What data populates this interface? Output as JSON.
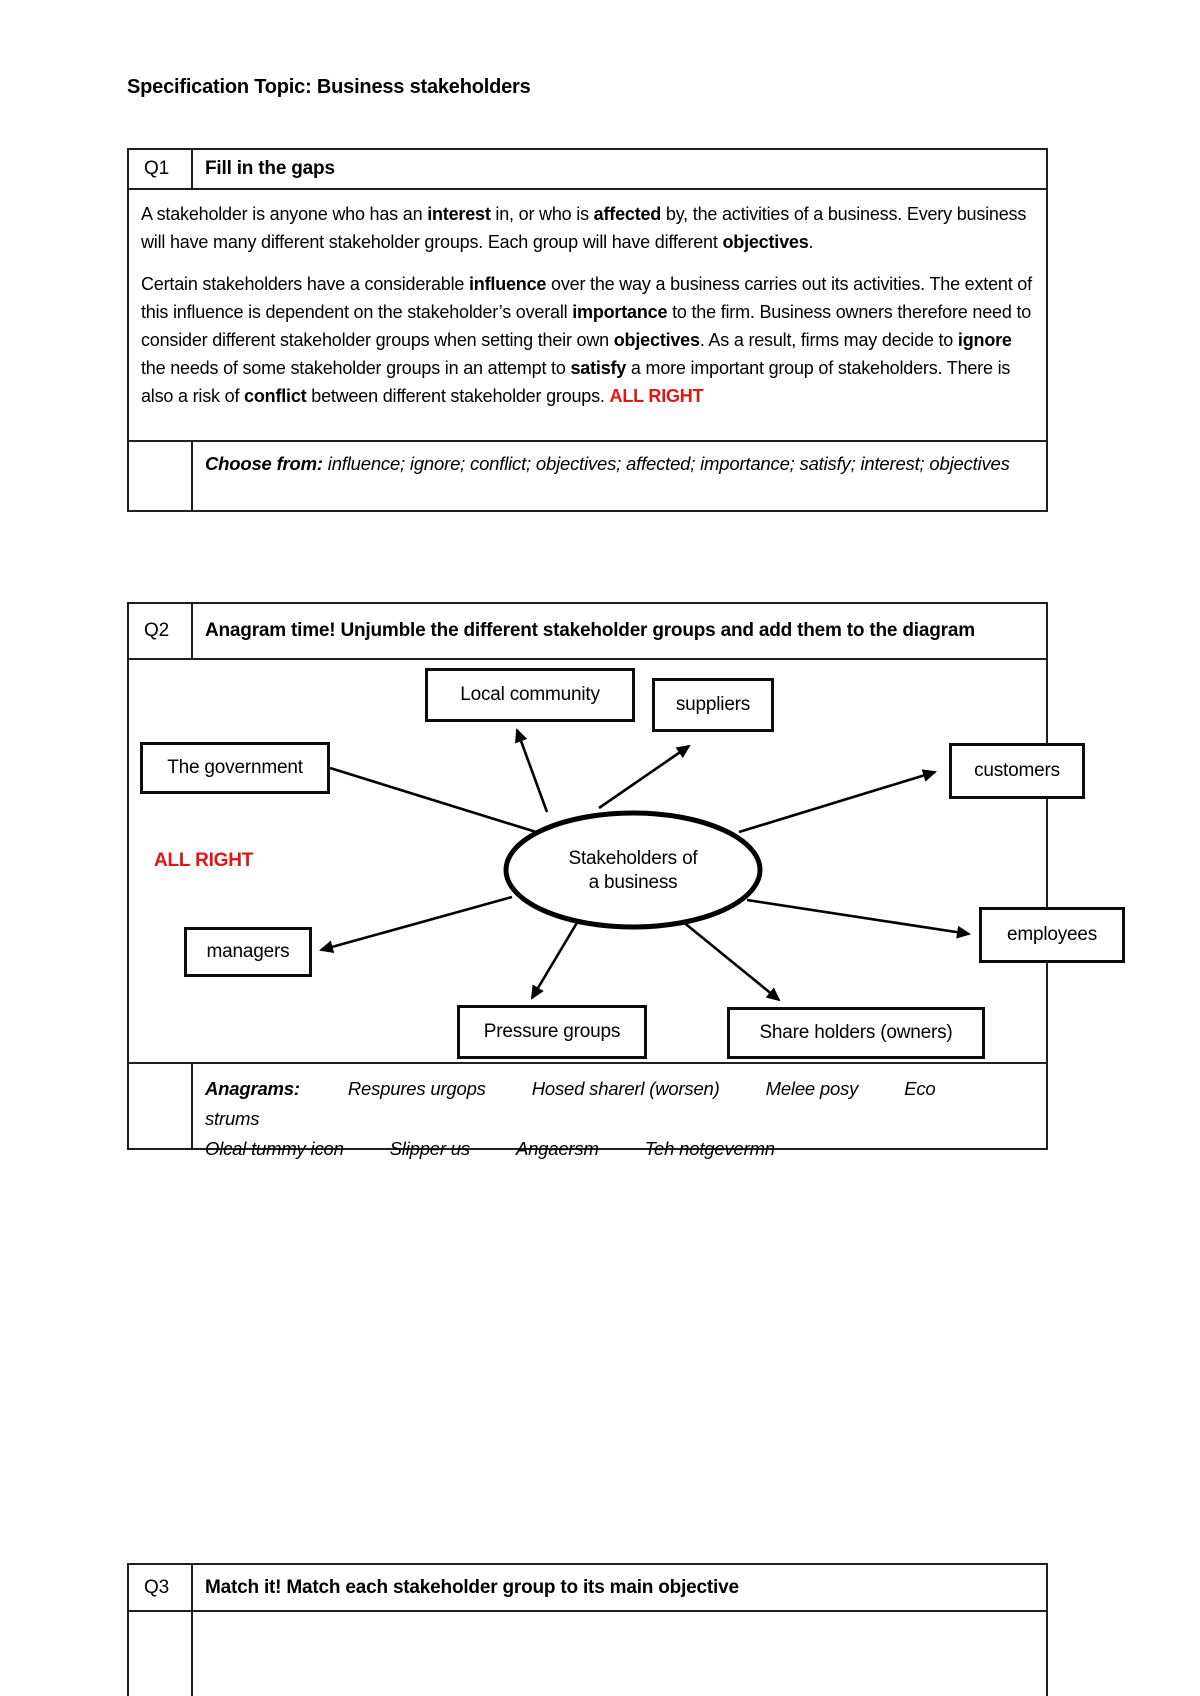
{
  "page": {
    "title": "Specification Topic: Business stakeholders"
  },
  "colors": {
    "answer_red": "#e31414",
    "border": "#1f1f1f"
  },
  "q1": {
    "id": "Q1",
    "heading": "Fill in the gaps",
    "paragraph1": [
      {
        "t": "A stakeholder is anyone who has an "
      },
      {
        "t": "interest",
        "b": true,
        "n": "gap-word"
      },
      {
        "t": " in, or who is "
      },
      {
        "t": "affected",
        "b": true,
        "n": "gap-word"
      },
      {
        "t": " by, the activities of a business. Every business will have many different stakeholder groups. Each group will have different "
      },
      {
        "t": "objectives",
        "b": true,
        "n": "gap-word"
      },
      {
        "t": "."
      }
    ],
    "paragraph2": [
      {
        "t": "Certain stakeholders have a considerable "
      },
      {
        "t": "influence",
        "b": true,
        "n": "gap-word"
      },
      {
        "t": " over the way a business carries out its activities. The extent of this influence is dependent on the stakeholder’s overall "
      },
      {
        "t": "importance",
        "b": true,
        "n": "gap-word"
      },
      {
        "t": " to the firm. Business owners therefore need to consider different stakeholder groups when setting their own "
      },
      {
        "t": "objectives",
        "b": true,
        "n": "gap-word"
      },
      {
        "t": ". As a result, firms may decide to "
      },
      {
        "t": "ignore",
        "b": true,
        "n": "gap-word"
      },
      {
        "t": " the needs of some stakeholder groups in an attempt to "
      },
      {
        "t": "satisfy",
        "b": true,
        "n": "gap-word"
      },
      {
        "t": " a more important group of stakeholders. There is also a risk of "
      },
      {
        "t": "conflict",
        "b": true,
        "n": "gap-word"
      },
      {
        "t": " between different stakeholder groups. "
      },
      {
        "t": "ALL RIGHT",
        "b": true,
        "c": "#e31414",
        "n": "marking-comment"
      }
    ],
    "choose_from_label": "Choose from:",
    "choose_from_items": " influence; ignore; conflict; objectives; affected; importance; satisfy; interest; objectives"
  },
  "q2": {
    "id": "Q2",
    "heading": "Anagram time! Unjumble the different stakeholder groups and add them to the diagram",
    "diagram": {
      "center_line1": "Stakeholders of",
      "center_line2": "a business",
      "annotation": "ALL RIGHT",
      "boxes": [
        {
          "label": "Local community"
        },
        {
          "label": "suppliers"
        },
        {
          "label": "The government"
        },
        {
          "label": "customers"
        },
        {
          "label": "managers"
        },
        {
          "label": "employees"
        },
        {
          "label": "Pressure groups"
        },
        {
          "label": "Share holders (owners)"
        }
      ]
    },
    "anagrams_label": "Anagrams:",
    "anagrams_line1": [
      "Respures urgops",
      "Hosed sharerl (worsen)",
      "Melee posy",
      "Eco strums"
    ],
    "anagrams_line2": [
      "Olcal tummy icon",
      "Slipper us",
      "Angaersm",
      "Teh notgevermn"
    ]
  },
  "q3": {
    "id": "Q3",
    "heading": "Match it! Match each stakeholder group to its main objective"
  }
}
